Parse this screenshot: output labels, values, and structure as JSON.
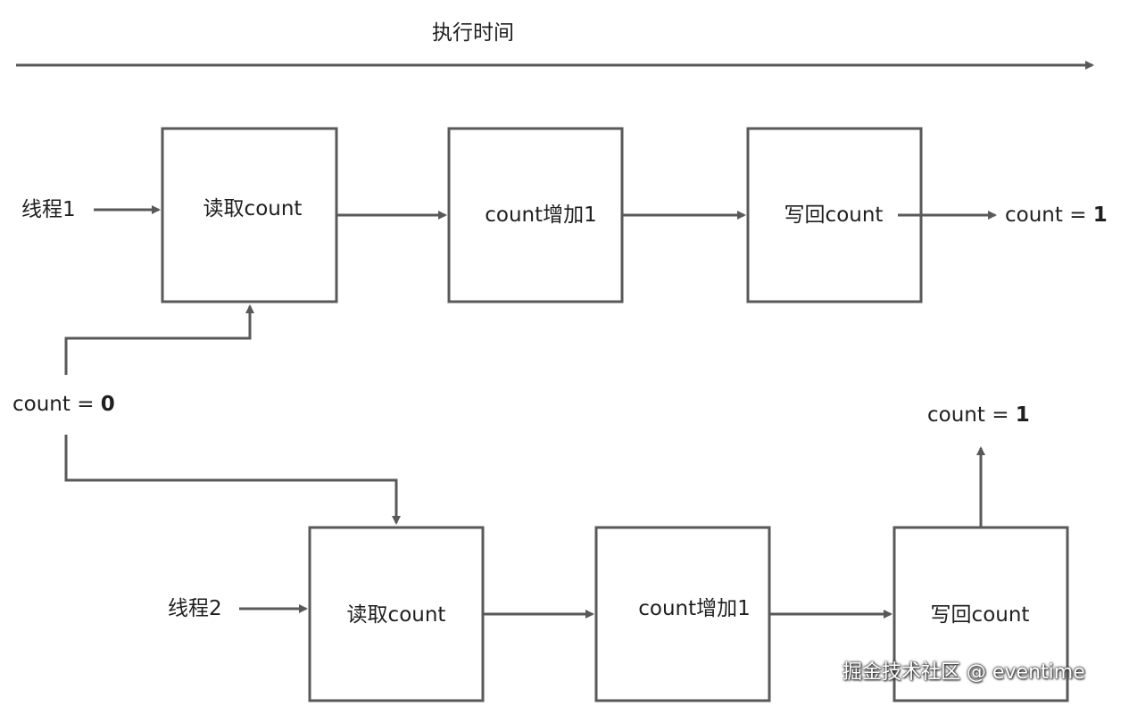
{
  "time_axis": {
    "label": "执行时间"
  },
  "shared": {
    "initial_label": "count = ",
    "initial_value": "0"
  },
  "thread1": {
    "label": "线程1",
    "steps": [
      "读取count",
      "count增加1",
      "写回count"
    ],
    "result_label": "count = ",
    "result_value": "1"
  },
  "thread2": {
    "label": "线程2",
    "steps": [
      "读取count",
      "count增加1",
      "写回count"
    ],
    "result_label": "count = ",
    "result_value": "1"
  },
  "watermark": "掘金技术社区 @ eventime",
  "colors": {
    "line": "#595959",
    "box_border": "#595959",
    "text": "#1f1f1f"
  }
}
